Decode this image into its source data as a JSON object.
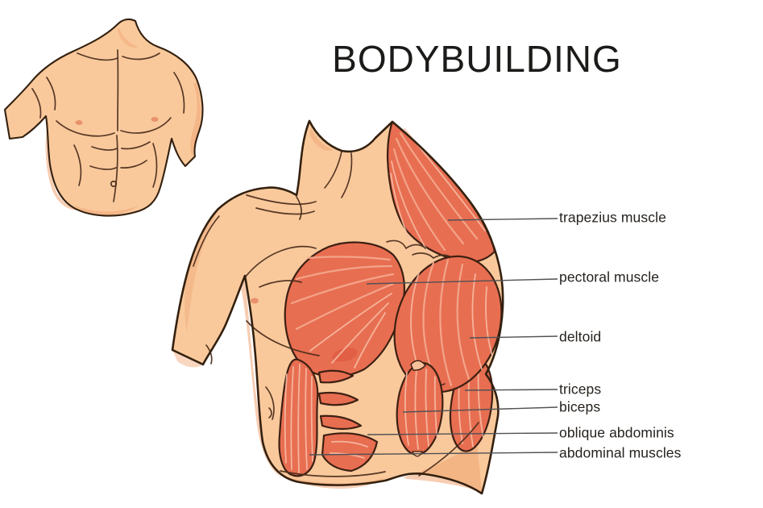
{
  "title": "BODYBUILDING",
  "labels": [
    {
      "id": "trapezius",
      "text": "trapezius muscle"
    },
    {
      "id": "pectoral",
      "text": "pectoral muscle"
    },
    {
      "id": "deltoid",
      "text": "deltoid"
    },
    {
      "id": "triceps",
      "text": "triceps"
    },
    {
      "id": "biceps",
      "text": "biceps"
    },
    {
      "id": "oblique",
      "text": "oblique abdominis"
    },
    {
      "id": "abdominal",
      "text": "abdominal muscles"
    }
  ],
  "colors": {
    "background": "#ffffff",
    "skin": "#f9c99c",
    "skin_shadow": "#f0a472",
    "skin_highlight": "#fbdcb6",
    "muscle": "#e86e51",
    "muscle_dark": "#da5a3e",
    "muscle_striation": "#f3a78c",
    "outline": "#33200f",
    "leader_line": "#505155",
    "text": "#27221e",
    "title_text": "#1c1b19"
  }
}
